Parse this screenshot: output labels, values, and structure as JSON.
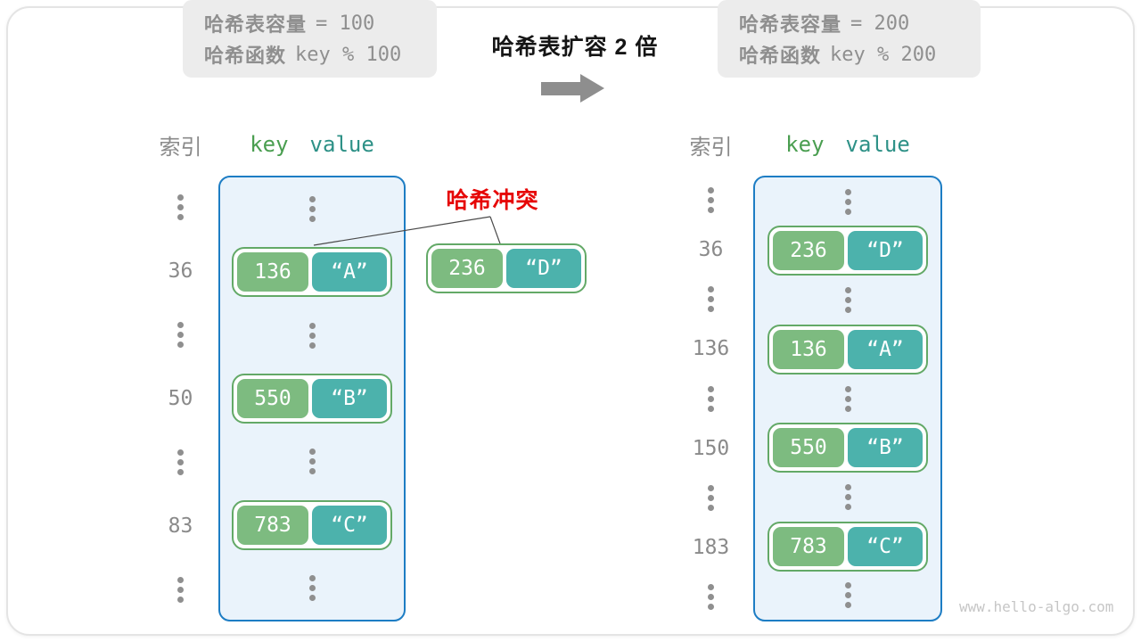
{
  "title": {
    "text": "哈希表扩容 2 倍"
  },
  "before_box": {
    "line1_label": "哈希表容量",
    "line1_code": "= 100",
    "line2_label": "哈希函数",
    "line2_code": "key % 100"
  },
  "after_box": {
    "line1_label": "哈希表容量",
    "line1_code": "= 200",
    "line2_label": "哈希函数",
    "line2_code": "key % 200"
  },
  "headers": {
    "index": "索引",
    "key": "key",
    "value": "value"
  },
  "collision": {
    "label": "哈希冲突",
    "pair": {
      "key": "236",
      "value": "“D”"
    }
  },
  "left_table": {
    "rows": [
      {
        "type": "dots"
      },
      {
        "type": "pair",
        "index": "36",
        "key": "136",
        "value": "“A”"
      },
      {
        "type": "dots"
      },
      {
        "type": "pair",
        "index": "50",
        "key": "550",
        "value": "“B”"
      },
      {
        "type": "dots"
      },
      {
        "type": "pair",
        "index": "83",
        "key": "783",
        "value": "“C”"
      },
      {
        "type": "dots"
      }
    ]
  },
  "right_table": {
    "rows": [
      {
        "type": "dots"
      },
      {
        "type": "pair",
        "index": "36",
        "key": "236",
        "value": "“D”"
      },
      {
        "type": "dots"
      },
      {
        "type": "pair",
        "index": "136",
        "key": "136",
        "value": "“A”"
      },
      {
        "type": "dots"
      },
      {
        "type": "pair",
        "index": "150",
        "key": "550",
        "value": "“B”"
      },
      {
        "type": "dots"
      },
      {
        "type": "pair",
        "index": "183",
        "key": "783",
        "value": "“C”"
      },
      {
        "type": "dots"
      }
    ]
  },
  "watermark": {
    "text": "www.hello-algo.com"
  },
  "colors": {
    "key_cell": "#7dbb80",
    "value_cell": "#4cb2ac",
    "pair_border": "#63a967",
    "bucket_fill": "#eaf3fb",
    "bucket_border": "#1d7dc4",
    "collision_red": "#e60505",
    "muted_text": "#8a8a8a",
    "key_header": "#4a9e50",
    "value_header": "#2e9187"
  }
}
